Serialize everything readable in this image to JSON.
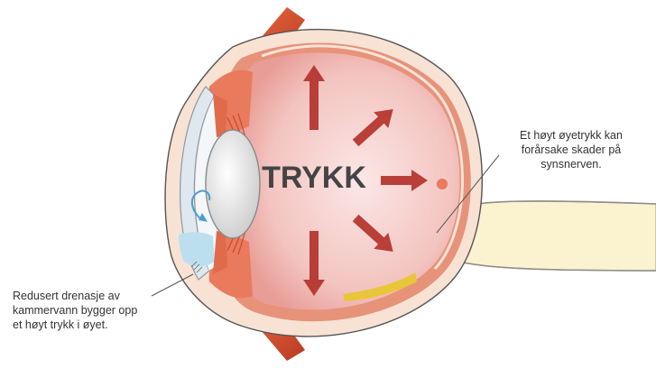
{
  "center_label": "TRYKK",
  "annotations": {
    "optic_nerve_note": "Et høyt øyetrykk kan\nforårsake skader på\nsynsnerven.",
    "drainage_note": "Redusert drenasje av\nkammervann bygger opp\net høyt trykk i øyet."
  },
  "colors": {
    "sclera": "#f8e2d4",
    "vitreous": "#f2b9b4",
    "retina": "#ea9a82",
    "choroid_band": "#e97a5b",
    "arrow": "#b3322a",
    "lens": "#e6e6e6",
    "cornea": "#f0f4f8",
    "aqueous": "#bcdff0",
    "optic_nerve": "#fbf2cf",
    "muscle": "#d9532f",
    "outline": "#555555",
    "text": "#333333"
  },
  "icons": {
    "pressure_arrows": "arrow-icon",
    "aqueous_flow": "curved-arrow-icon"
  }
}
